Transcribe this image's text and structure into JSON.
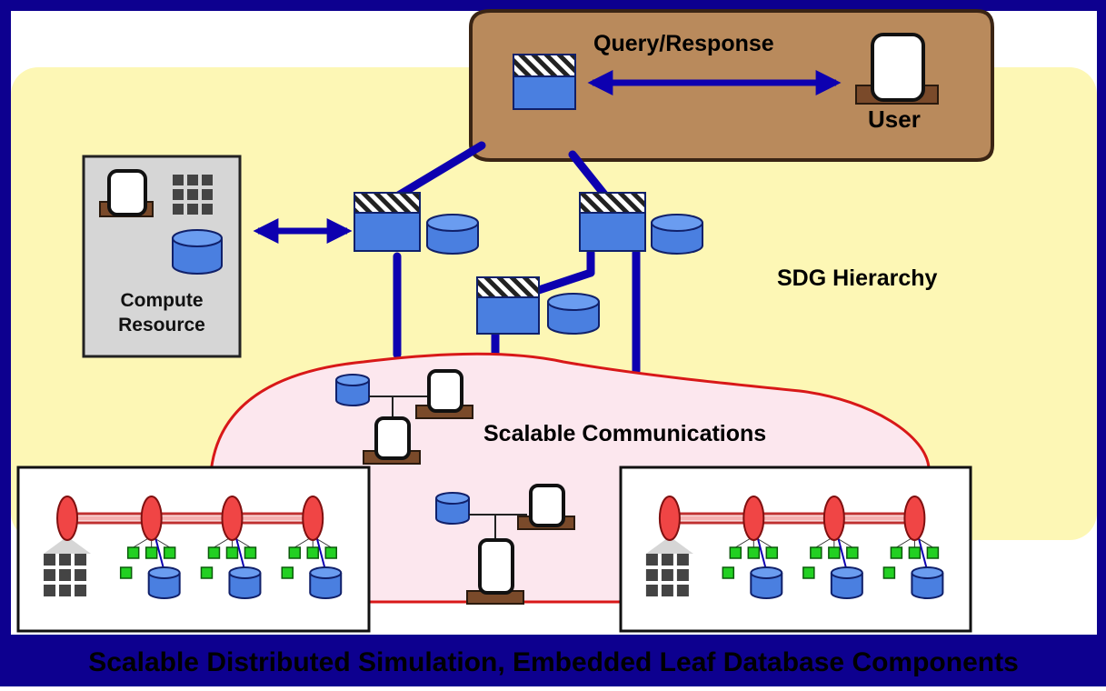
{
  "diagram": {
    "title": "Scalable Distributed Simulation, Embedded Leaf Database Components",
    "labels": {
      "query_response": "Query/Response",
      "user": "User",
      "compute_resource_line1": "Compute",
      "compute_resource_line2": "Resource",
      "sdg_hierarchy": "SDG Hierarchy",
      "scalable_communications": "Scalable Communications"
    },
    "colors": {
      "border": "#0d008f",
      "background": "#fdf7b5",
      "query_box": "#b98a5c",
      "node_blue": "#4a7fe0",
      "link_blue": "#0d00b0",
      "cloud_fill": "#fce7ee",
      "cloud_stroke": "#d81818",
      "leaf_green": "#22d022",
      "red_node": "#f04545",
      "compute_gray": "#d6d6d6"
    }
  }
}
